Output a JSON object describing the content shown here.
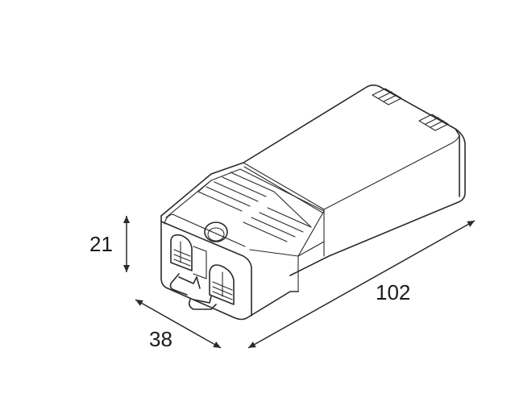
{
  "dimensions": {
    "height": "21",
    "width": "38",
    "length": "102"
  }
}
